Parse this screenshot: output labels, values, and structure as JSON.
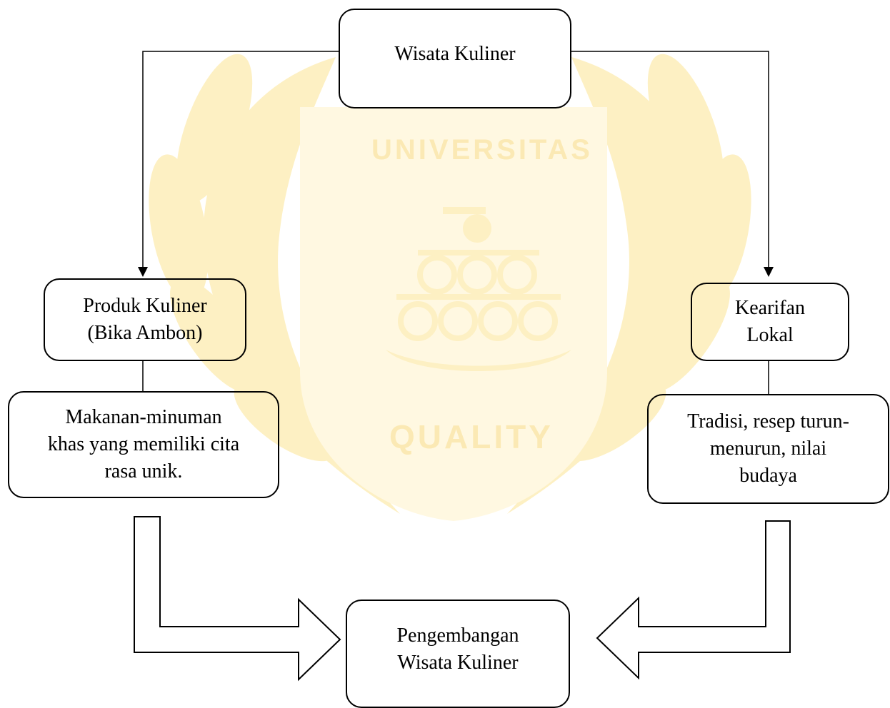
{
  "watermark": {
    "top_text": "UNIVERSITAS",
    "bottom_text": "QUALITY",
    "color": "#fbe6a2"
  },
  "nodes": {
    "top": {
      "label": "Wisata Kuliner"
    },
    "left_product": {
      "label": "Produk Kuliner\n(Bika Ambon)"
    },
    "left_desc": {
      "label": "Makanan-minuman\nkhas yang memiliki cita\nrasa unik."
    },
    "right_wisdom": {
      "label": "Kearifan\nLokal"
    },
    "right_desc": {
      "label": "Tradisi, resep turun-\nmenurun, nilai\nbudaya"
    },
    "bottom": {
      "label": "Pengembangan\nWisata Kuliner"
    }
  },
  "colors": {
    "line": "#000000",
    "background": "#ffffff"
  }
}
